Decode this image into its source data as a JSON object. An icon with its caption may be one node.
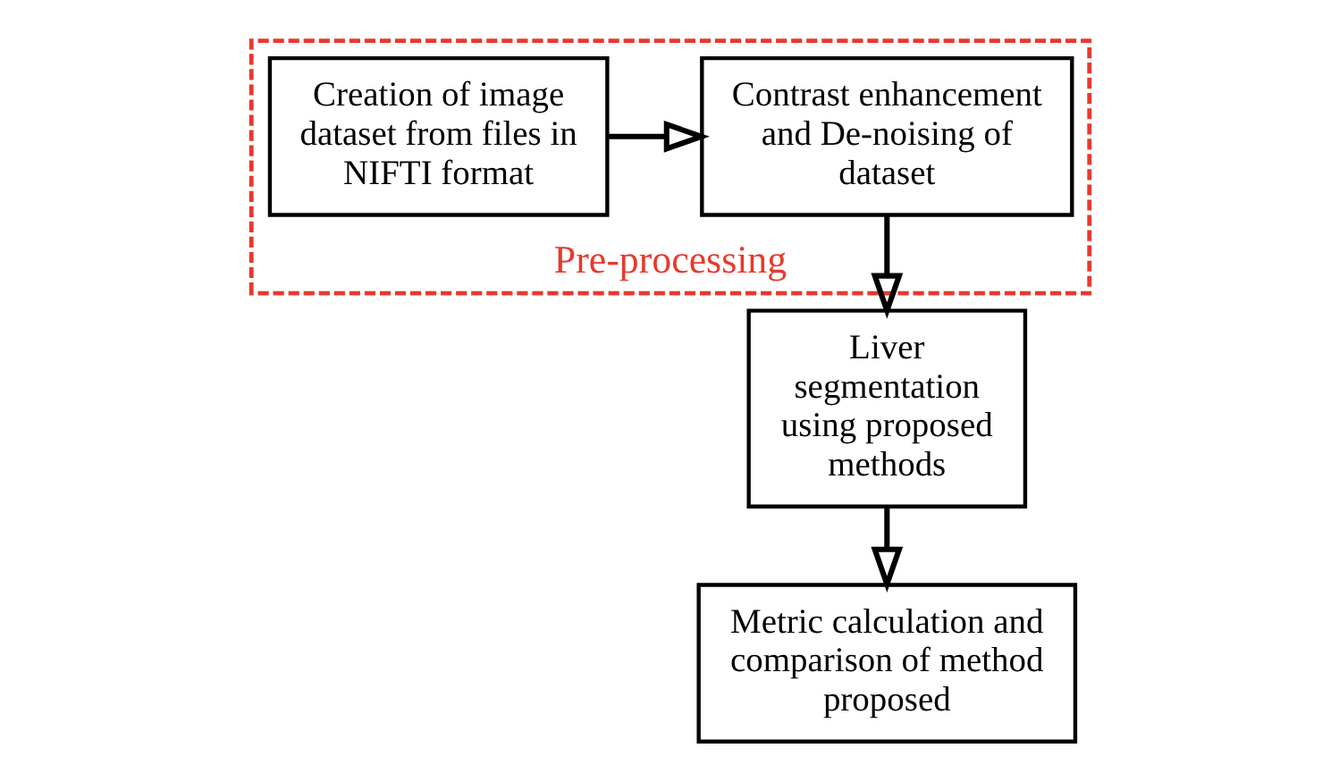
{
  "diagram": {
    "nodes": [
      {
        "text": [
          "Pre-processing"
        ]
      },
      {
        "text": [
          "Creation of image dataset from files in NIFTI format"
        ],
        "in": 0
      },
      {
        "text": [
          "Contrast enhancement and De-noising of dataset"
        ],
        "in": 0
      },
      {
        "text": [
          "Liver segmentation using proposed methods"
        ]
      },
      {
        "text": [
          "Metric calculation and comparison of method proposed"
        ]
      }
    ],
    "edges": [
      {
        "from": 1,
        "to": 2,
        "arrow": "to"
      },
      {
        "from": 2,
        "to": 3,
        "arrow": "to"
      },
      {
        "from": 3,
        "to": 4,
        "arrow": "to"
      }
    ]
  }
}
